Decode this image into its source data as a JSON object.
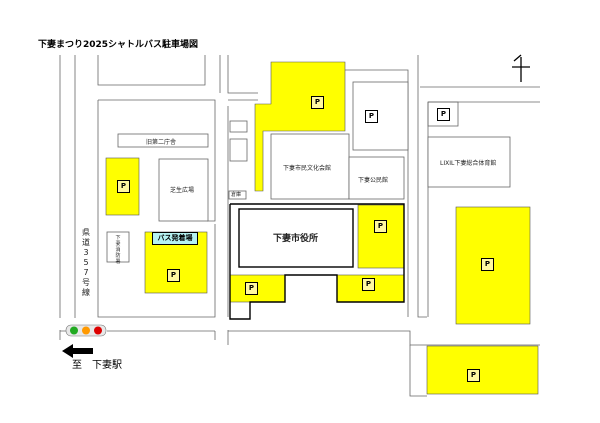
{
  "title": "下妻まつり2025シャトルバス駐車場図",
  "colors": {
    "parking_fill": "#ffff00",
    "bus_stop_fill": "#b5f2f2",
    "light_green": "#22aa22",
    "light_yellow": "#ff9900",
    "light_red": "#dd0000"
  },
  "icons": {
    "north": "north-arrow-icon",
    "direction": "arrow-left-icon",
    "parking": "parking-icon"
  },
  "labels": {
    "kyudaini": "旧第二庁舎",
    "shibafu": "芝生広場",
    "bunka": "下妻市民文化会館",
    "kominkan": "下妻公民館",
    "shiyakusho": "下妻市役所",
    "lixil": "LIXIL下妻総合体育館",
    "soko": "倉庫",
    "bus_stop": "バス発着場",
    "kendo": "県道357号線",
    "shobo": "下妻消防署",
    "station": "至　下妻駅"
  },
  "parking_mark": "P"
}
